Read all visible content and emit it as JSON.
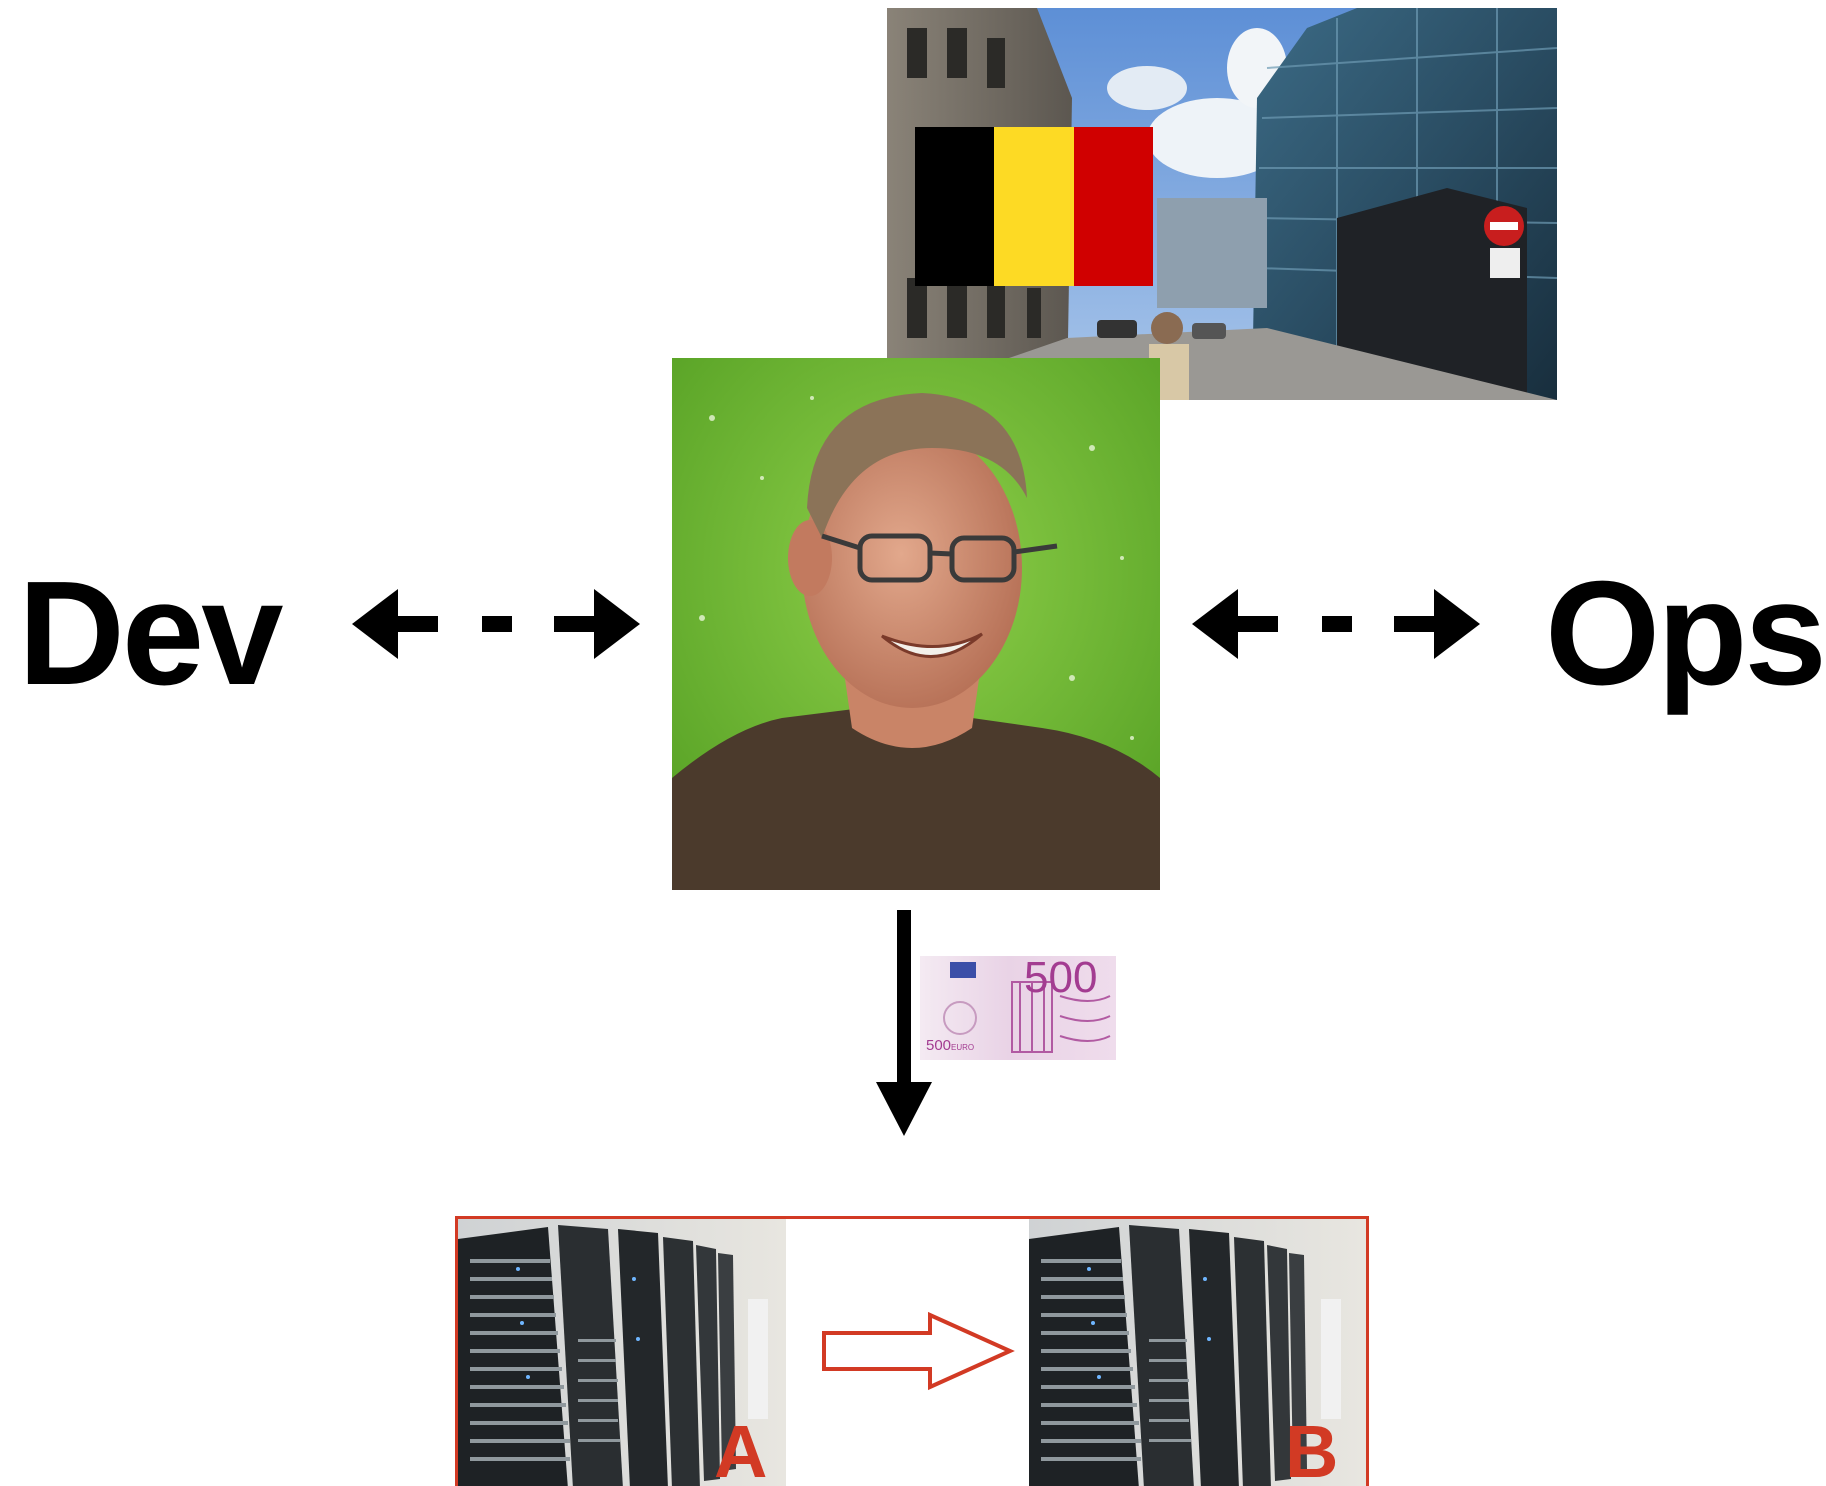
{
  "labels": {
    "dev": "Dev",
    "ops": "Ops"
  },
  "servers": {
    "left_tag": "A",
    "right_tag": "B"
  },
  "banknote": {
    "value": "500",
    "corner_text": "500",
    "currency_text": "EURO"
  },
  "colors": {
    "flag_black": "#000000",
    "flag_yellow": "#FDDA24",
    "flag_red": "#D00000",
    "accent_red": "#D23A24",
    "banknote_purple": "#A33C91"
  },
  "icons": {
    "dev_arrow": "double-dashed-arrow-icon",
    "ops_arrow": "double-dashed-arrow-icon",
    "down_arrow": "down-arrow-icon",
    "migration_arrow": "hollow-right-arrow-icon"
  }
}
